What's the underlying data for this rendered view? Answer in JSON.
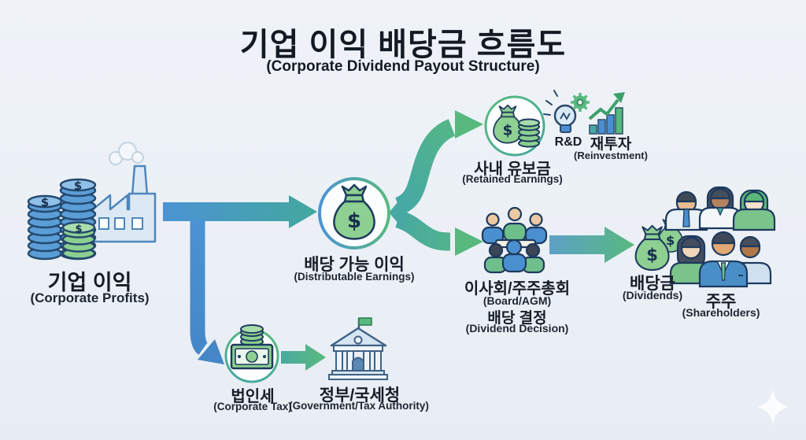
{
  "title": {
    "main": "기업 이익 배당금 흐름도",
    "subtitle": "(Corporate Dividend Payout Structure)"
  },
  "nodes": {
    "corporate_profits": {
      "label": "기업 이익",
      "sublabel": "(Corporate Profits)"
    },
    "distributable_earnings": {
      "label": "배당 가능 이익",
      "sublabel": "(Distributable Earnings)"
    },
    "retained_earnings": {
      "label": "사내 유보금",
      "sublabel": "(Retained Earnings)"
    },
    "rnd": {
      "label": "R&D"
    },
    "reinvestment": {
      "label": "재투자",
      "sublabel": "(Reinvestment)"
    },
    "board_agm": {
      "label": "이사회/주주총회",
      "sublabel": "(Board/AGM)",
      "label2": "배당 결정",
      "sublabel2": "(Dividend Decision)"
    },
    "dividends": {
      "label": "배당금",
      "sublabel": "(Dividends)"
    },
    "shareholders": {
      "label": "주주",
      "sublabel": "(Shareholders)"
    },
    "corporate_tax": {
      "label": "법인세",
      "sublabel": "(Corporate Tax)"
    },
    "government": {
      "label": "정부/국세청",
      "sublabel": "(Government/Tax Authority)"
    }
  },
  "flows": [
    {
      "from": "corporate_profits",
      "to": "distributable_earnings"
    },
    {
      "from": "distributable_earnings",
      "to": "retained_earnings"
    },
    {
      "from": "distributable_earnings",
      "to": "board_agm"
    },
    {
      "from": "board_agm",
      "to": "dividends"
    },
    {
      "from": "corporate_profits",
      "to": "corporate_tax"
    },
    {
      "from": "corporate_tax",
      "to": "government"
    }
  ],
  "icons": {
    "dollar_sign": "$"
  },
  "colors": {
    "background": "#edf1f6",
    "title_text": "#141a24",
    "arrow_blue": "#4b93d4",
    "arrow_teal": "#47a9a3",
    "arrow_green": "#57b97e",
    "outline_navy": "#1d3a5e",
    "bag_green": "#8ecf92",
    "coin_blue": "#5b9dd6",
    "factory_fill": "#dce9f4",
    "building_fill": "#d6e5f2"
  }
}
